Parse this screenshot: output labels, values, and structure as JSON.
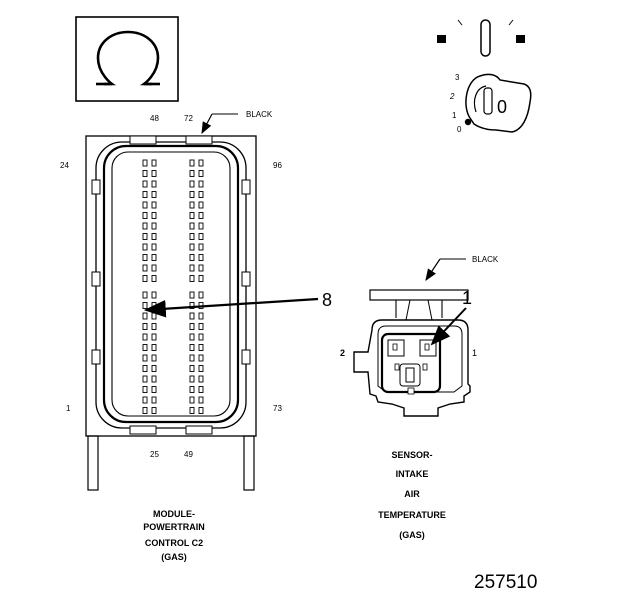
{
  "symbol": {
    "name": "ohmmeter-symbol",
    "icon": "omega-icon"
  },
  "ignition": {
    "positions": [
      "3",
      "2",
      "1",
      "0"
    ],
    "key_label": "0",
    "icon": "ignition-key-icon"
  },
  "pcm_connector": {
    "wire_color": "BLACK",
    "pin_labels": {
      "top_left": "48",
      "top_right": "72",
      "left_upper": "24",
      "right_upper": "96",
      "left_lower": "1",
      "right_lower": "73",
      "bottom_left": "25",
      "bottom_right": "49"
    },
    "probe_pin": "8",
    "caption": [
      "MODULE-",
      "POWERTRAIN",
      "CONTROL C2",
      "(GAS)"
    ]
  },
  "iat_sensor": {
    "wire_color": "BLACK",
    "probe_pin": "1",
    "side_label_left": "2",
    "side_label_right": "1",
    "caption": [
      "SENSOR-",
      "INTAKE",
      "AIR",
      "TEMPERATURE",
      "(GAS)"
    ]
  },
  "figure_number": "257510"
}
